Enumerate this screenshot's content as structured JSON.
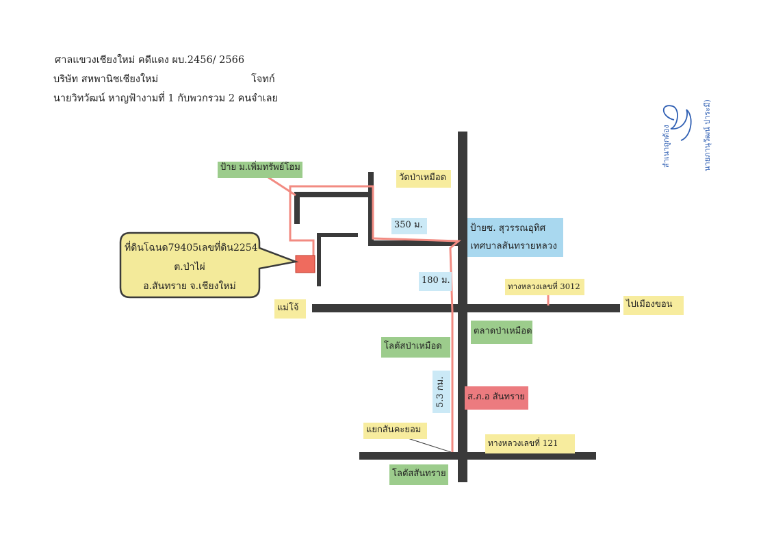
{
  "header": {
    "court_line": "ศาลแขวงเชียงใหม่ คดีแดง ผบ.2456/ 2566",
    "plaintiff": "บริษัท สหพานิชเชียงใหม่",
    "plaintiff_role": "โจทก์",
    "defendant": "นายวิทวัฒน์ หาญฟ้างามที่ 1 กับพวกรวม 2 คน",
    "defendant_role": "จำเลย"
  },
  "signature": {
    "line1": "สำเนาถูกต้อง",
    "line2": "นายภานุวัฒน์ ปาระมี)"
  },
  "labels": {
    "village_sign": "ป้าย ม.เพิ่มทรัพย์โฮม",
    "temple": "วัดป่าเหมือด",
    "dist_350": "350 ม.",
    "soi_sign_line1": "ป้ายซ. สุวรรณอุทิศ",
    "soi_sign_line2": "เทศบาลสันทรายหลวง",
    "dist_180": "180 ม.",
    "highway_3012": "ทางหลวงเลขที่ 3012",
    "to_maejo": "แม่โจ้",
    "to_muang_khon": "ไปเมืองขอน",
    "market": "ตลาดป่าเหมือด",
    "lotus_pamuead": "โลตัสป่าเหมือด",
    "dist_53": "5.3 กม.",
    "police": "ส.ภ.อ สันทราย",
    "junction": "แยกสันคะยอม",
    "highway_121": "ทางหลวงเลขที่ 121",
    "lotus_sansai": "โลตัสสันทราย"
  },
  "land_callout": {
    "line1": "ที่ดินโฉนด79405เลขที่ดิน2254",
    "line2": "ต.ป่าไผ่",
    "line3": "อ.สันทราย จ.เชียงใหม่"
  },
  "colors": {
    "road": "#3a3a3a",
    "route": "#f28b82",
    "land_plot": "#ef6b5e",
    "callout_fill": "#f3ea9a"
  }
}
